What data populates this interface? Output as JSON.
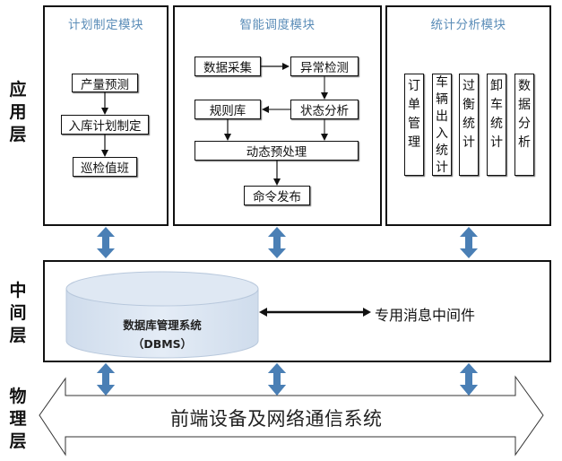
{
  "layers": {
    "application": [
      "应",
      "用",
      "层"
    ],
    "middle": [
      "中",
      "间",
      "层"
    ],
    "physical": [
      "物",
      "理",
      "层"
    ]
  },
  "modules": {
    "plan": {
      "title": "计划制定模块",
      "steps": [
        "产量预测",
        "入库计划制定",
        "巡检值班"
      ]
    },
    "dispatch": {
      "title": "智能调度模块",
      "nodes": {
        "data_collect": "数据采集",
        "anomaly_detect": "异常检测",
        "rule_base": "规则库",
        "state_analysis": "状态分析",
        "dynamic_preprocess": "动态预处理",
        "command_publish": "命令发布"
      }
    },
    "stats": {
      "title": "统计分析模块",
      "columns": [
        [
          "订",
          "单",
          "管",
          "理"
        ],
        [
          "车",
          "辆",
          "出",
          "入",
          "统",
          "计"
        ],
        [
          "过",
          "衡",
          "统",
          "计"
        ],
        [
          "卸",
          "车",
          "统",
          "计"
        ],
        [
          "数",
          "据",
          "分",
          "析"
        ]
      ]
    }
  },
  "middle_layer": {
    "dbms_name": "数据库管理系统",
    "dbms_abbr": "（DBMS）",
    "middleware": "专用消息中间件"
  },
  "physical_layer": {
    "label": "前端设备及网络通信系统"
  },
  "colors": {
    "connector_arrow": "#4a7fb5",
    "module_title": "#5b8db8",
    "cylinder_fill": "#dce6f1"
  }
}
